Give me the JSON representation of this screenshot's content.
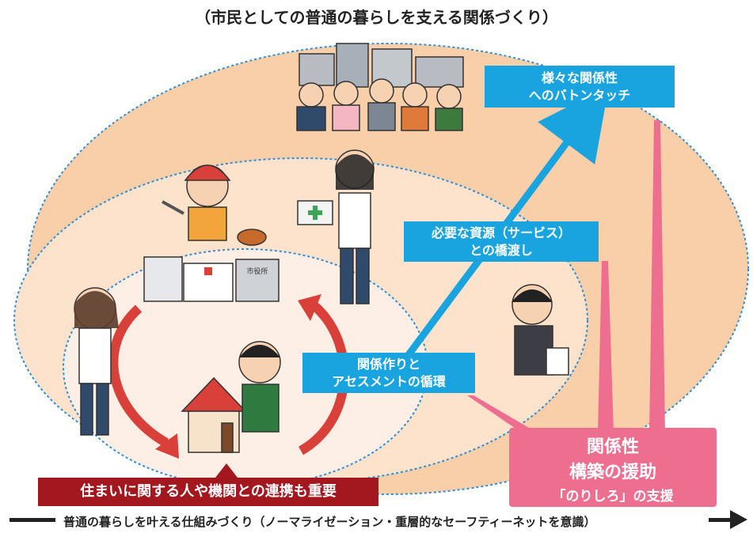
{
  "title": "（市民としての普通の暮らしを支える関係づくり）",
  "baton_box": {
    "line1": "様々な関係性",
    "line2": "へのバトンタッチ"
  },
  "resource_box": {
    "line1": "必要な資源（サービス）",
    "line2": "との橋渡し"
  },
  "cycle_box": {
    "line1": "関係作りと",
    "line2": "アセスメントの循環"
  },
  "support_box": {
    "line1": "関係性",
    "line2": "構築の援助",
    "line3": "「のりしろ」の支援"
  },
  "housing_banner": "住まいに関する人や機関との連携も重要",
  "bottom_caption": "普通の暮らしを叶える仕組みづくり（ノーマライゼーション・重層的なセーフティーネットを意識）",
  "building_sign": "市役所",
  "colors": {
    "outer_ellipse": "#f9cfa9",
    "middle_ellipse": "#fde2cc",
    "inner_ellipse": "#fdeee6",
    "dotted_line": "#2f8fd6",
    "cyan": "#1aa4df",
    "pink": "#ee6e8f",
    "dark_red": "#a3171e",
    "cycle_arrow": "#d9403a"
  }
}
